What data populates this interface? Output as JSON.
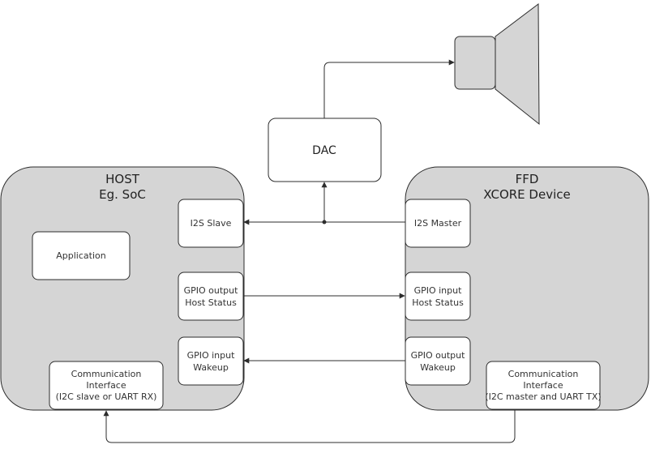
{
  "host": {
    "title_line1": "HOST",
    "title_line2": "Eg. SoC",
    "application": "Application",
    "i2s_slave": "I2S Slave",
    "gpio_output_line1": "GPIO output",
    "gpio_output_line2": "Host Status",
    "gpio_input_line1": "GPIO input",
    "gpio_input_line2": "Wakeup",
    "comm_line1": "Communication",
    "comm_line2": "Interface",
    "comm_line3": "(I2C slave or UART RX)"
  },
  "ffd": {
    "title_line1": "FFD",
    "title_line2": "XCORE Device",
    "i2s_master": "I2S Master",
    "gpio_input_line1": "GPIO input",
    "gpio_input_line2": "Host Status",
    "gpio_output_line1": "GPIO output",
    "gpio_output_line2": "Wakeup",
    "comm_line1": "Communication",
    "comm_line2": "Interface",
    "comm_line3": "(I2C master and UART TX)"
  },
  "dac": {
    "label": "DAC"
  }
}
